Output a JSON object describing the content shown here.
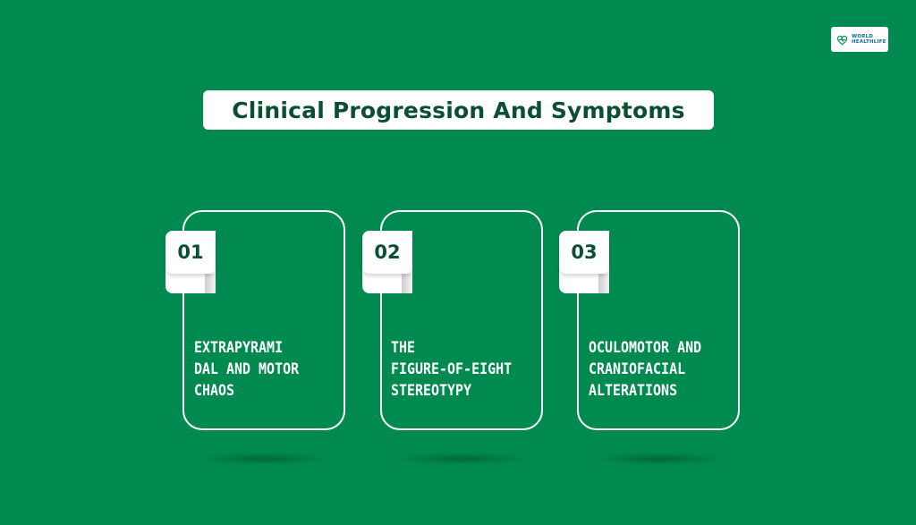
{
  "logo": {
    "line1": "WORLD",
    "line2": "HEALTHLIFE",
    "icon": "health-logo-icon"
  },
  "title": "Clinical Progression And Symptoms",
  "steps": [
    {
      "number": "01",
      "label": "EXTRAPYRAMI\nDAL AND MOTOR\nCHAOS"
    },
    {
      "number": "02",
      "label": "THE\nFIGURE-OF-EIGHT\nSTEREOTYPY"
    },
    {
      "number": "03",
      "label": "OCULOMOTOR AND\nCRANIOFACIAL\nALTERATIONS"
    }
  ],
  "colors": {
    "background": "#018a4f",
    "title_text": "#0a4f33",
    "card_text": "#ffffff"
  }
}
